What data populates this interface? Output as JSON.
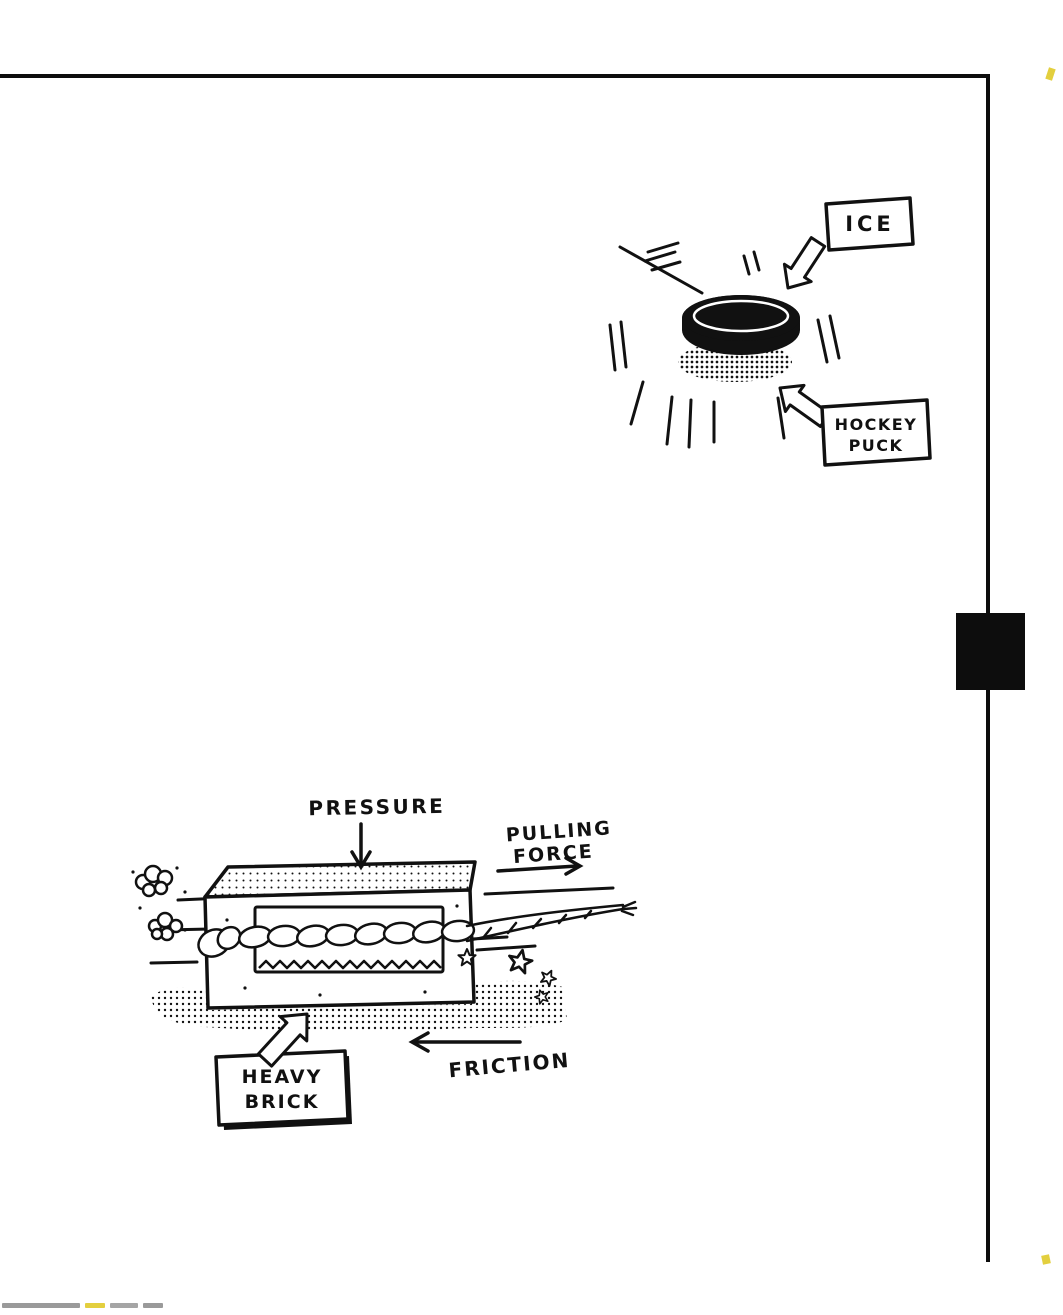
{
  "colors": {
    "ink": "#111111",
    "paper": "#ffffff",
    "highlight": "#e3cf3e"
  },
  "figures": {
    "puck": {
      "ice_label": "ICE",
      "puck_label_line1": "HOCKEY",
      "puck_label_line2": "PUCK"
    },
    "brick": {
      "pressure_label": "PRESSURE",
      "pulling_label_line1": "PULLING",
      "pulling_label_line2": "FORCE",
      "friction_label": "FRICTION",
      "brick_label_line1": "HEAVY",
      "brick_label_line2": "BRICK"
    }
  }
}
